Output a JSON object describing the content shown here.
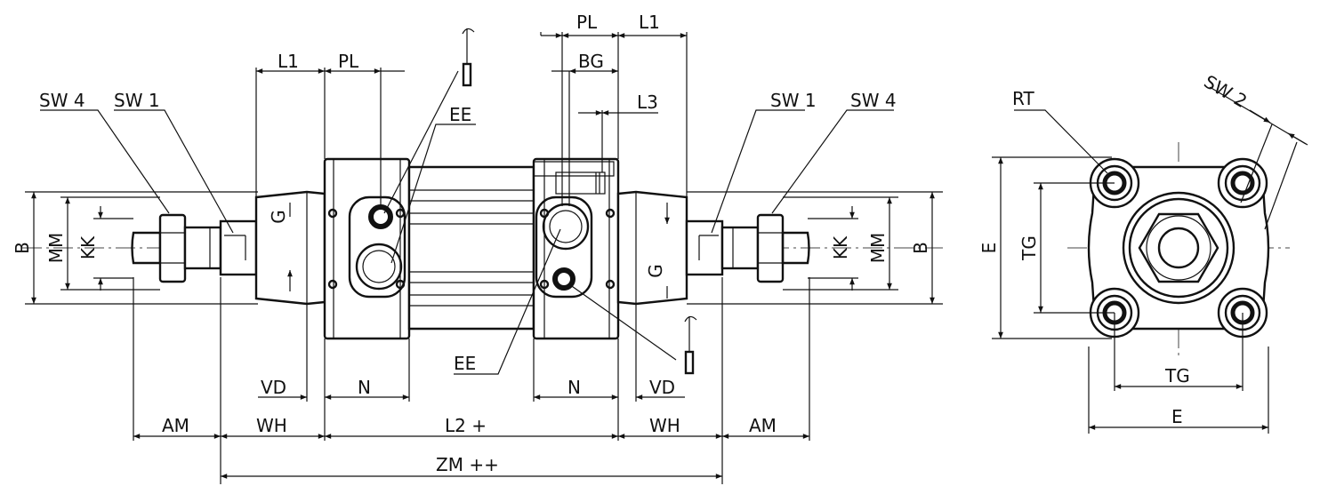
{
  "side_view": {
    "labels": {
      "L1_left": "L1",
      "PL_left": "PL",
      "PL_right": "PL",
      "L1_right": "L1",
      "BG": "BG",
      "L3": "L3",
      "SW4_left": "SW 4",
      "SW1_left": "SW 1",
      "SW1_right": "SW 1",
      "SW4_right": "SW 4",
      "EE_top": "EE",
      "EE_bottom": "EE",
      "B_left": "B",
      "MM_left": "MM",
      "KK_left": "KK",
      "G_left": "G",
      "G_right": "G",
      "KK_right": "KK",
      "MM_right": "MM",
      "B_right": "B",
      "VD_left": "VD",
      "N_left": "N",
      "N_right": "N",
      "VD_right": "VD",
      "AM_left": "AM",
      "WH_left": "WH",
      "L2": "L2  +",
      "WH_right": "WH",
      "AM_right": "AM",
      "ZM": "ZM  ++"
    }
  },
  "end_view": {
    "labels": {
      "RT": "RT",
      "SW2": "SW 2",
      "E_side": "E",
      "TG_side": "TG",
      "TG_bottom": "TG",
      "E_bottom": "E"
    }
  }
}
